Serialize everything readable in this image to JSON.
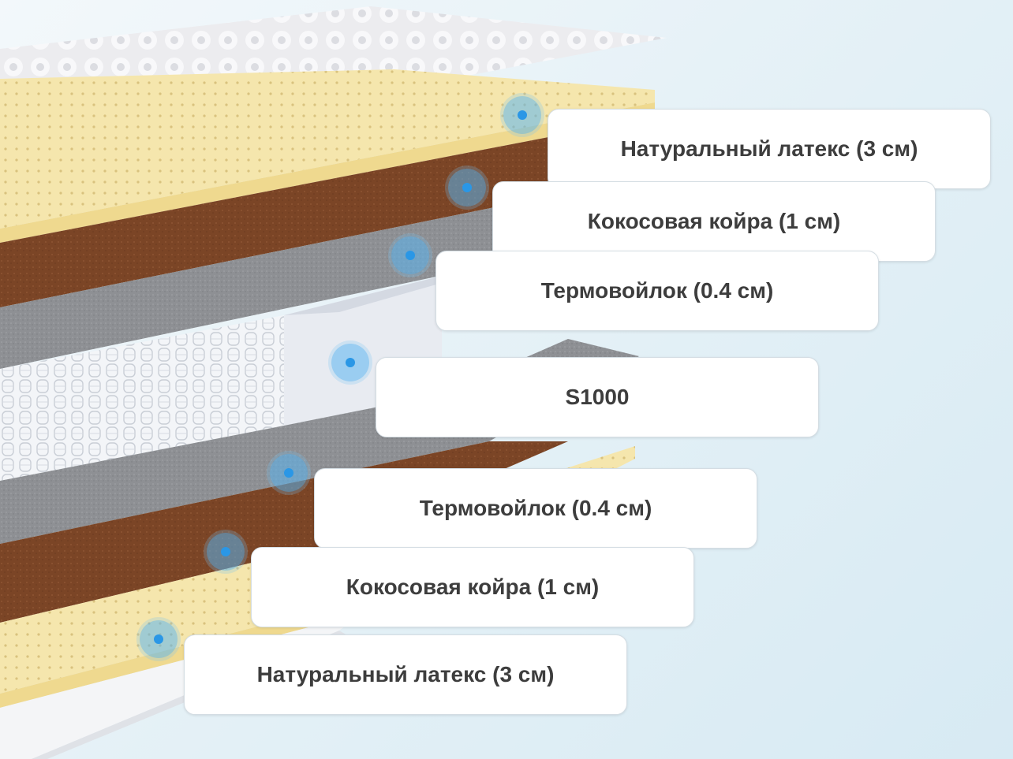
{
  "colors": {
    "latex": "#f3e3a8",
    "coir": "#7b4526",
    "felt": "#8d8f93",
    "springs": "#f2f4f7",
    "cover": "#e6e8ec",
    "marker": "#2a97e6",
    "label_text": "#3d3d3d"
  },
  "layers": [
    {
      "label": "Натуральный латекс (3 см)"
    },
    {
      "label": "Кокосовая койра (1 см)"
    },
    {
      "label": "Термовойлок (0.4 см)"
    },
    {
      "label": "S1000"
    },
    {
      "label": "Термовойлок (0.4 см)"
    },
    {
      "label": "Кокосовая койра (1 см)"
    },
    {
      "label": "Натуральный латекс (3 см)"
    }
  ]
}
